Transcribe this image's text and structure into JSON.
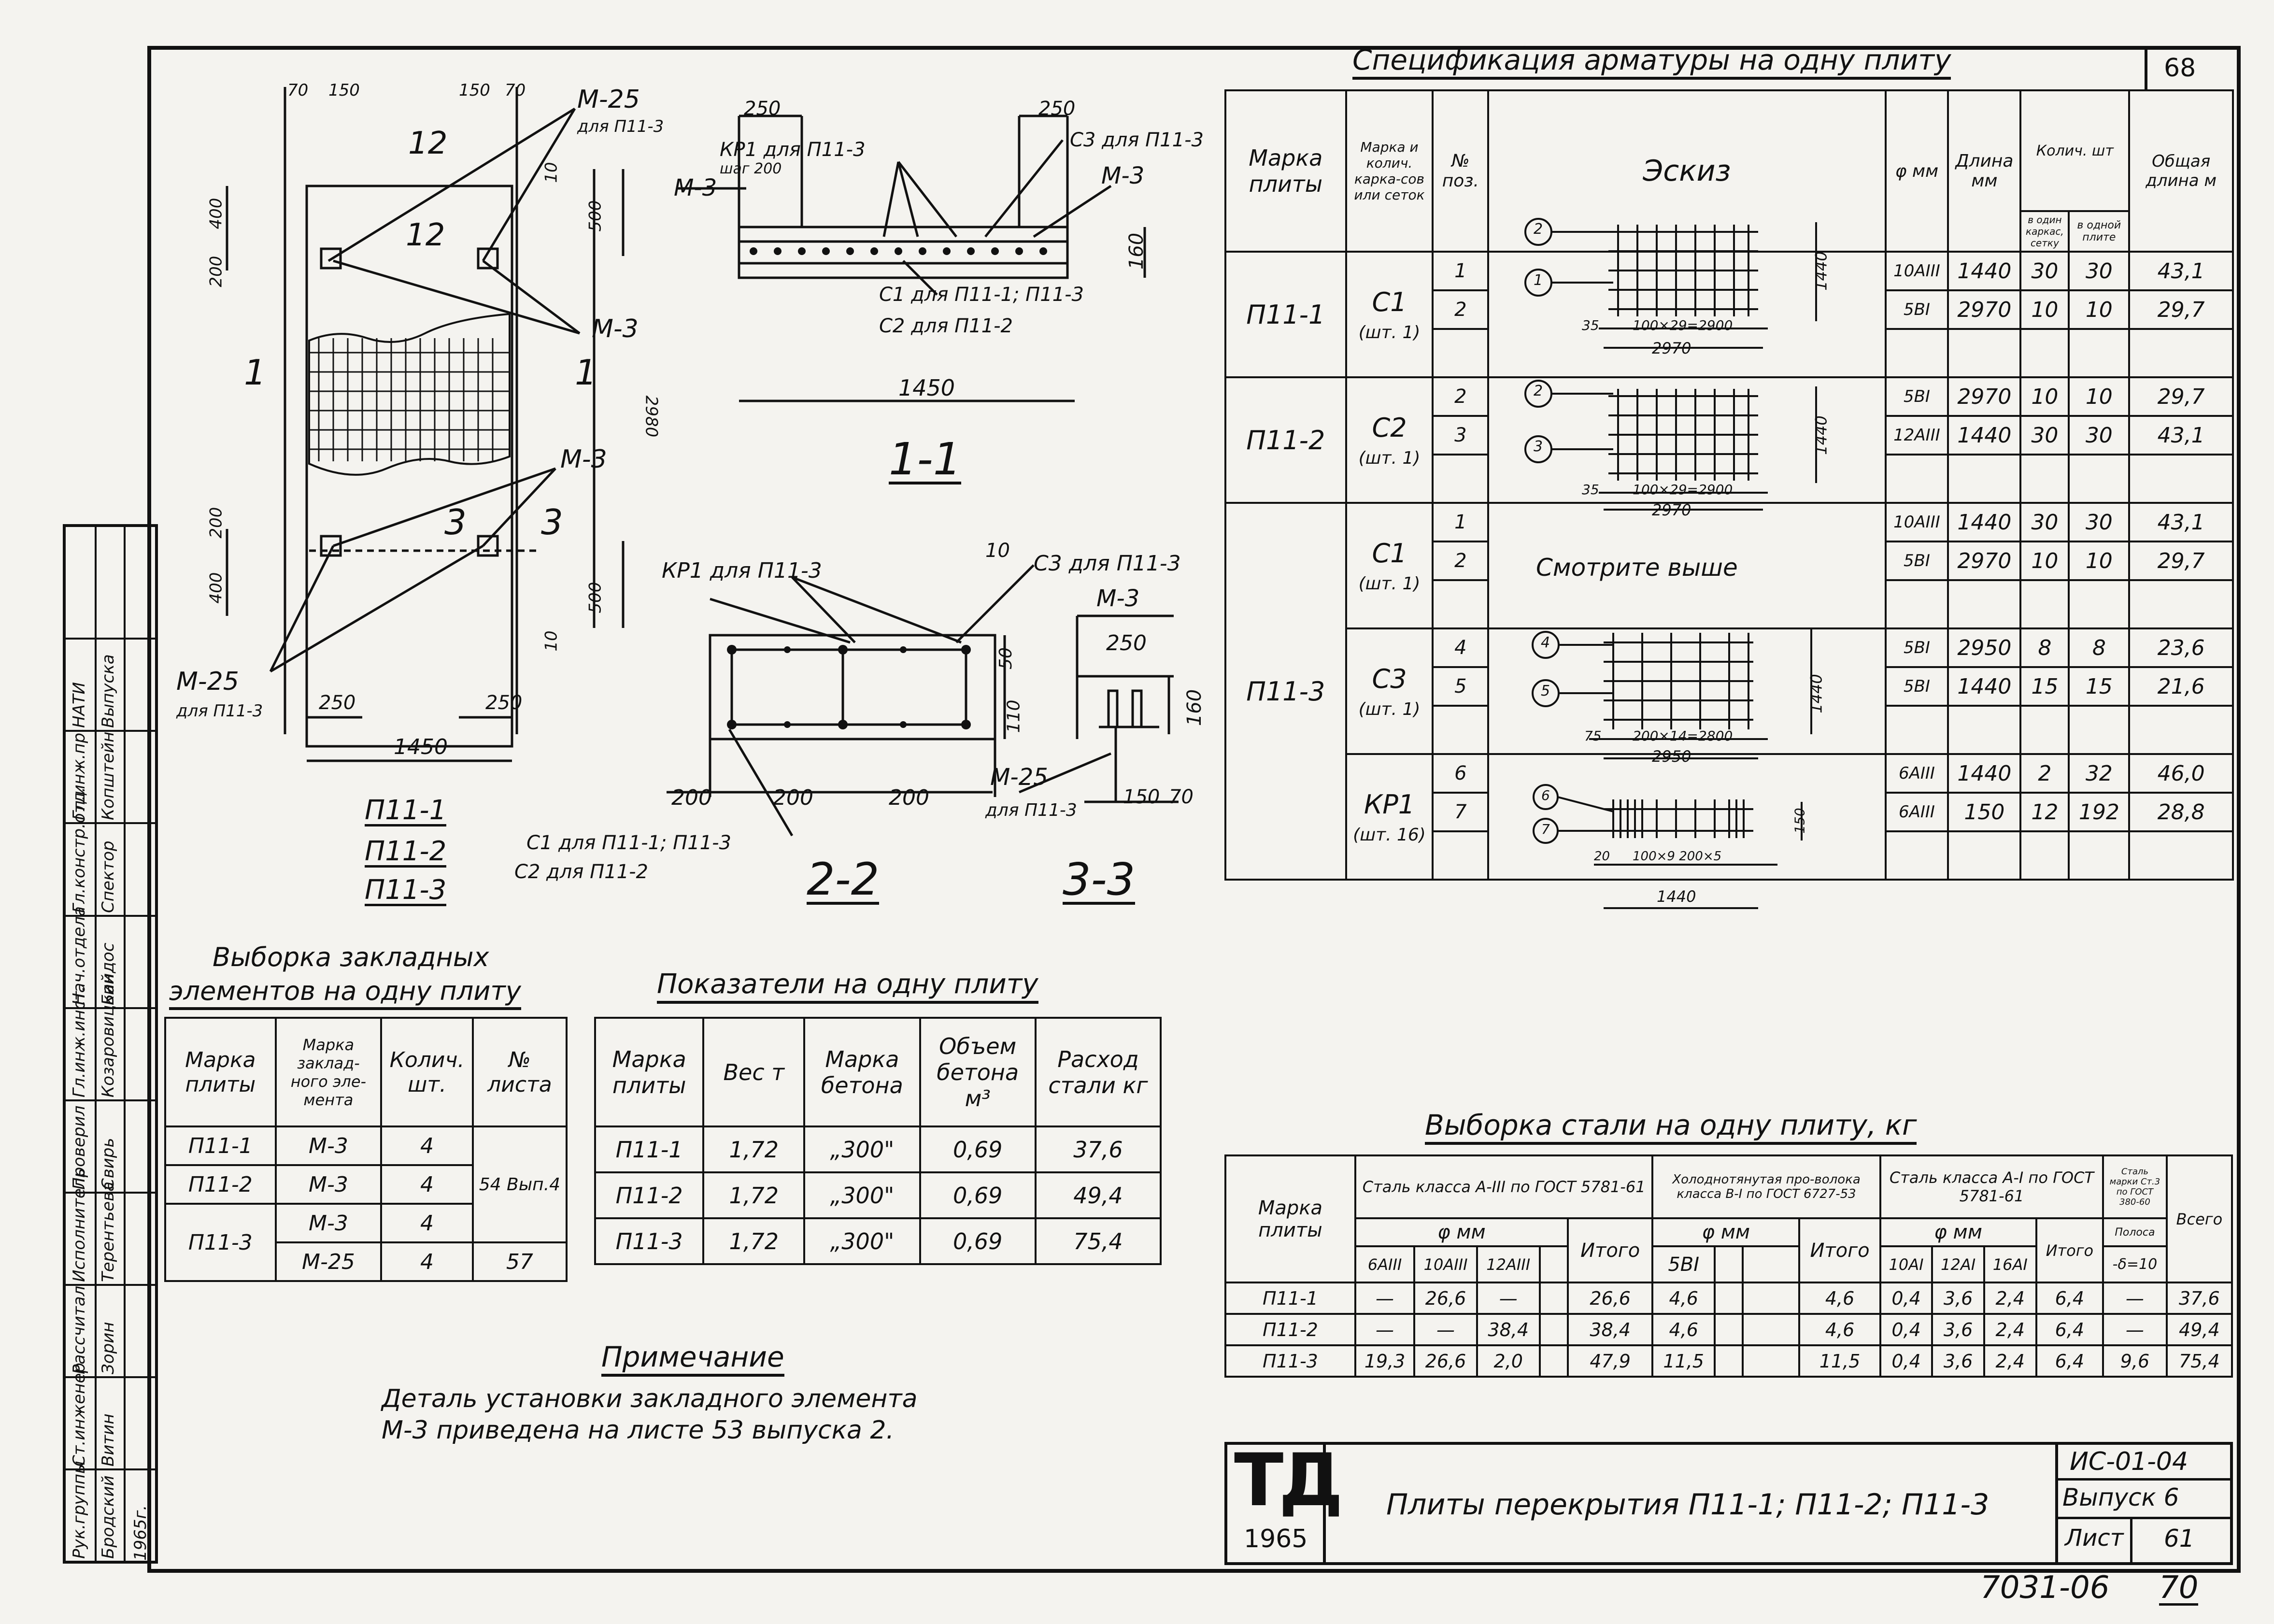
{
  "corner": {
    "sheet_top": "68",
    "bottom_stamp": "7031-06",
    "bottom_page": "70"
  },
  "side_block": {
    "rows": [
      {
        "role": "Рук.группы",
        "name": "Бродский"
      },
      {
        "role": "Ст.инженер",
        "name": "Витин"
      },
      {
        "role": "Рассчитал",
        "name": "Зорин"
      },
      {
        "role": "Исполнитель",
        "name": "Терентьева"
      },
      {
        "role": "Проверил",
        "name": "Свирь"
      },
      {
        "role": "Гл.инж.инст.",
        "name": "Козаровицкий"
      },
      {
        "role": "Нач.отдела",
        "name": "Бандос"
      },
      {
        "role": "Гл.констр.отд.",
        "name": "Спектор"
      },
      {
        "role": "Гл.инж.пр.",
        "name": "Копштейн"
      },
      {
        "role": "НАТИ",
        "name": "Выпуска"
      }
    ],
    "year": "1965г."
  },
  "plan": {
    "dims_top": [
      "70",
      "150",
      "150",
      "70"
    ],
    "left_dims": [
      "400",
      "200",
      "200",
      "400"
    ],
    "right_dims": [
      "10",
      "500",
      "2980",
      "500",
      "10"
    ],
    "bottom_dims": [
      "250",
      "250",
      "1450"
    ],
    "labels": {
      "m25_top": "М-25",
      "m25_top_sub": "для П11-3",
      "m3_a": "М-3",
      "m3_b": "М-3",
      "m25_bot": "М-25",
      "m25_bot_sub": "для П11-3",
      "sec12": "12",
      "sec12b": "12",
      "sec1a": "1",
      "sec1b": "1",
      "sec3a": "3",
      "sec3b": "3"
    },
    "title_lines": [
      "П11-1",
      "П11-2",
      "П11-3"
    ]
  },
  "section11": {
    "labels": {
      "kp1": "КР1 для П11-3",
      "kp1_sub": "шаг 200",
      "c3": "С3 для П11-3",
      "m3a": "М-3",
      "m3b": "М-3",
      "c1": "С1 для П11-1; П11-3",
      "c2": "С2 для П11-2",
      "d250a": "250",
      "d250b": "250",
      "d160": "160",
      "d1450": "1450"
    },
    "title": "1-1"
  },
  "section22": {
    "labels": {
      "kp1": "КР1 для П11-3",
      "d10": "10",
      "c3": "С3 для П11-3",
      "d50": "50",
      "d110": "110",
      "d200a": "200",
      "d200b": "200",
      "d200c": "200",
      "c1": "С1 для П11-1; П11-3",
      "c2": "С2 для П11-2"
    },
    "title": "2-2"
  },
  "section33": {
    "labels": {
      "m3": "М-3",
      "d250": "250",
      "d160": "160",
      "m25": "М-25",
      "m25_sub": "для П11-3",
      "d150": "150",
      "d70": "70"
    },
    "title": "3-3"
  },
  "spec": {
    "title": "Спецификация арматуры на одну плиту",
    "headers": {
      "mark": "Марка плиты",
      "sub": "Марка и колич. карка-сов или сеток",
      "pos": "№ поз.",
      "sketch": "Эскиз",
      "phi": "φ мм",
      "len": "Длина мм",
      "qty": "Колич. шт",
      "qty_one": "в один каркас, сетку",
      "qty_plate": "в одной плите",
      "total": "Общая длина м"
    },
    "see_above": "Смотрите выше",
    "sketches": [
      {
        "dims": "100×29=2900",
        "len": "2970",
        "side": "35",
        "h": "1440",
        "marks": [
          "2",
          "1"
        ]
      },
      {
        "dims": "100×29=2900",
        "len": "2970",
        "side": "35",
        "h": "1440",
        "marks": [
          "2",
          "3"
        ]
      },
      {
        "dims": "200×14=2800",
        "len": "2950",
        "side": "75",
        "h": "1440",
        "marks": [
          "4",
          "5"
        ]
      },
      {
        "dims": "100×9 200×5",
        "len": "1440",
        "side": "20",
        "h": "150",
        "marks": [
          "6",
          "7"
        ]
      }
    ],
    "groups": [
      {
        "plate": "П11-1",
        "items": [
          {
            "sub": "С1",
            "count": "(шт. 1)",
            "rows": [
              {
                "pos": "1",
                "phi": "10АIII",
                "len": "1440",
                "q1": "30",
                "q2": "30",
                "total": "43,1"
              },
              {
                "pos": "2",
                "phi": "5ВI",
                "len": "2970",
                "q1": "10",
                "q2": "10",
                "total": "29,7"
              }
            ]
          }
        ]
      },
      {
        "plate": "П11-2",
        "items": [
          {
            "sub": "С2",
            "count": "(шт. 1)",
            "rows": [
              {
                "pos": "2",
                "phi": "5ВI",
                "len": "2970",
                "q1": "10",
                "q2": "10",
                "total": "29,7"
              },
              {
                "pos": "3",
                "phi": "12АIII",
                "len": "1440",
                "q1": "30",
                "q2": "30",
                "total": "43,1"
              }
            ]
          }
        ]
      },
      {
        "plate": "П11-3",
        "items": [
          {
            "sub": "С1",
            "count": "(шт. 1)",
            "rows": [
              {
                "pos": "1",
                "phi": "10АIII",
                "len": "1440",
                "q1": "30",
                "q2": "30",
                "total": "43,1"
              },
              {
                "pos": "2",
                "phi": "5ВI",
                "len": "2970",
                "q1": "10",
                "q2": "10",
                "total": "29,7"
              }
            ]
          },
          {
            "sub": "С3",
            "count": "(шт. 1)",
            "rows": [
              {
                "pos": "4",
                "phi": "5ВI",
                "len": "2950",
                "q1": "8",
                "q2": "8",
                "total": "23,6"
              },
              {
                "pos": "5",
                "phi": "5ВI",
                "len": "1440",
                "q1": "15",
                "q2": "15",
                "total": "21,6"
              }
            ]
          },
          {
            "sub": "КР1",
            "count": "(шт. 16)",
            "rows": [
              {
                "pos": "6",
                "phi": "6АIII",
                "len": "1440",
                "q1": "2",
                "q2": "32",
                "total": "46,0"
              },
              {
                "pos": "7",
                "phi": "6АIII",
                "len": "150",
                "q1": "12",
                "q2": "192",
                "total": "28,8"
              }
            ]
          }
        ]
      }
    ]
  },
  "embedded": {
    "title1": "Выборка закладных",
    "title2": "элементов на одну плиту",
    "headers": [
      "Марка плиты",
      "Марка заклад-ного эле-мента",
      "Колич. шт.",
      "№ листа"
    ],
    "rows": [
      {
        "plate": "П11-1",
        "el": "М-3",
        "qty": "4"
      },
      {
        "plate": "П11-2",
        "el": "М-3",
        "qty": "4"
      },
      {
        "plate": "П11-3",
        "el": "М-3",
        "qty": "4"
      },
      {
        "plate": "",
        "el": "М-25",
        "qty": "4"
      }
    ],
    "sheet_a": "54 Вып.4",
    "sheet_b": "57"
  },
  "indicators": {
    "title": "Показатели на одну плиту",
    "headers": [
      "Марка плиты",
      "Вес т",
      "Марка бетона",
      "Объем бетона м³",
      "Расход стали кг"
    ],
    "rows": [
      [
        "П11-1",
        "1,72",
        "„300\"",
        "0,69",
        "37,6"
      ],
      [
        "П11-2",
        "1,72",
        "„300\"",
        "0,69",
        "49,4"
      ],
      [
        "П11-3",
        "1,72",
        "„300\"",
        "0,69",
        "75,4"
      ]
    ]
  },
  "note": {
    "title": "Примечание",
    "line1": "Деталь установки закладного элемента",
    "line2": "М-3 приведена на листе 53 выпуска 2."
  },
  "steel": {
    "title": "Выборка стали на одну плиту, кг",
    "headers": {
      "mark": "Марка плиты",
      "g1": "Сталь класса А-III по ГОСТ 5781-61",
      "g2": "Холоднотянутая про-волока класса В-I по ГОСТ 6727-53",
      "g3": "Сталь класса А-I по ГОСТ 5781-61",
      "g4": "Сталь марки Ст.3 по ГОСТ 380-60",
      "phi": "φ мм",
      "total_sub": "Итого",
      "all": "Всего",
      "c6a3": "6АIII",
      "c10a3": "10АIII",
      "c12a3": "12АIII",
      "c5b1": "5ВI",
      "c10a1": "10АI",
      "c12a1": "12АI",
      "c16a1": "16АI",
      "strip": "Полоса",
      "d10": "-δ=10"
    },
    "rows": [
      [
        "П11-1",
        "—",
        "26,6",
        "—",
        "26,6",
        "4,6",
        "4,6",
        "0,4",
        "3,6",
        "2,4",
        "6,4",
        "—",
        "37,6"
      ],
      [
        "П11-2",
        "—",
        "—",
        "38,4",
        "38,4",
        "4,6",
        "4,6",
        "0,4",
        "3,6",
        "2,4",
        "6,4",
        "—",
        "49,4"
      ],
      [
        "П11-3",
        "19,3",
        "26,6",
        "2,0",
        "47,9",
        "11,5",
        "11,5",
        "0,4",
        "3,6",
        "2,4",
        "6,4",
        "9,6",
        "75,4"
      ]
    ]
  },
  "title_block": {
    "logo": "ТД",
    "year": "1965",
    "title": "Плиты перекрытия П11-1; П11-2; П11-3",
    "series": "ИС-01-04",
    "issue": "Выпуск 6",
    "sheet_label": "Лист",
    "sheet": "61"
  }
}
